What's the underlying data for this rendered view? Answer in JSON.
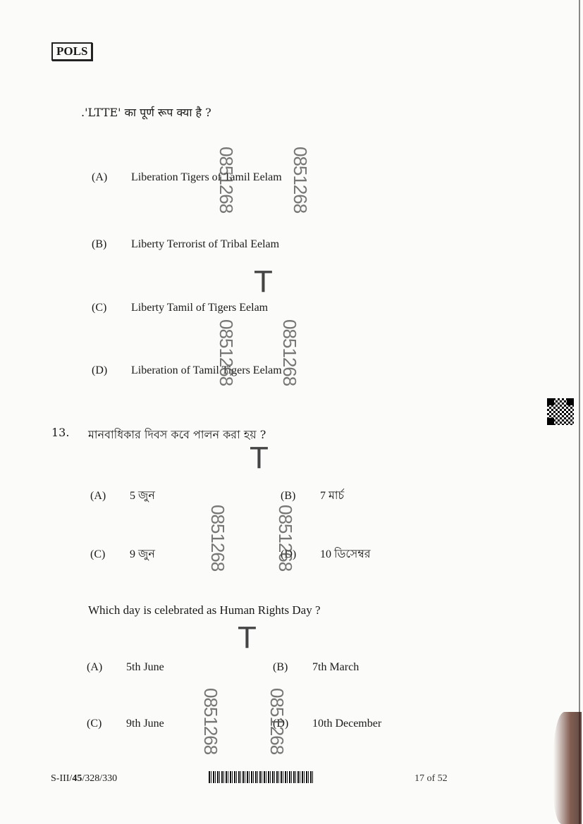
{
  "header": {
    "paper_code": "POLS"
  },
  "q12": {
    "question": ".'LTTE' का पूर्ण रूप क्या है ?",
    "options": [
      {
        "label": "(A)",
        "text": "Liberation Tigers of Tamil Eelam"
      },
      {
        "label": "(B)",
        "text": "Liberty Terrorist of Tribal Eelam"
      },
      {
        "label": "(C)",
        "text": "Liberty Tamil of Tigers Eelam"
      },
      {
        "label": "(D)",
        "text": "Liberation of Tamil Tigers Eelam"
      }
    ]
  },
  "q13": {
    "number": "13.",
    "question_bn": "মানবাধিকার দিবস কবে পালন করা হয় ?",
    "options_bn": [
      {
        "label": "(A)",
        "text": "5 জুন"
      },
      {
        "label": "(B)",
        "text": "7 মার্চ"
      },
      {
        "label": "(C)",
        "text": "9 জুন"
      },
      {
        "label": "(D)",
        "text": "10 ডিসেম্বর"
      }
    ],
    "question_en": "Which day is celebrated as Human Rights Day ?",
    "options_en": [
      {
        "label": "(A)",
        "text": "5th June"
      },
      {
        "label": "(B)",
        "text": "7th March"
      },
      {
        "label": "(C)",
        "text": "9th June"
      },
      {
        "label": "(D)",
        "text": "10th December"
      }
    ]
  },
  "watermark": {
    "code": "0851268",
    "mark": "T"
  },
  "footer": {
    "series": "S-III/",
    "series_bold": "45",
    "series_rest": "/328/330",
    "page": "17 of 52"
  }
}
